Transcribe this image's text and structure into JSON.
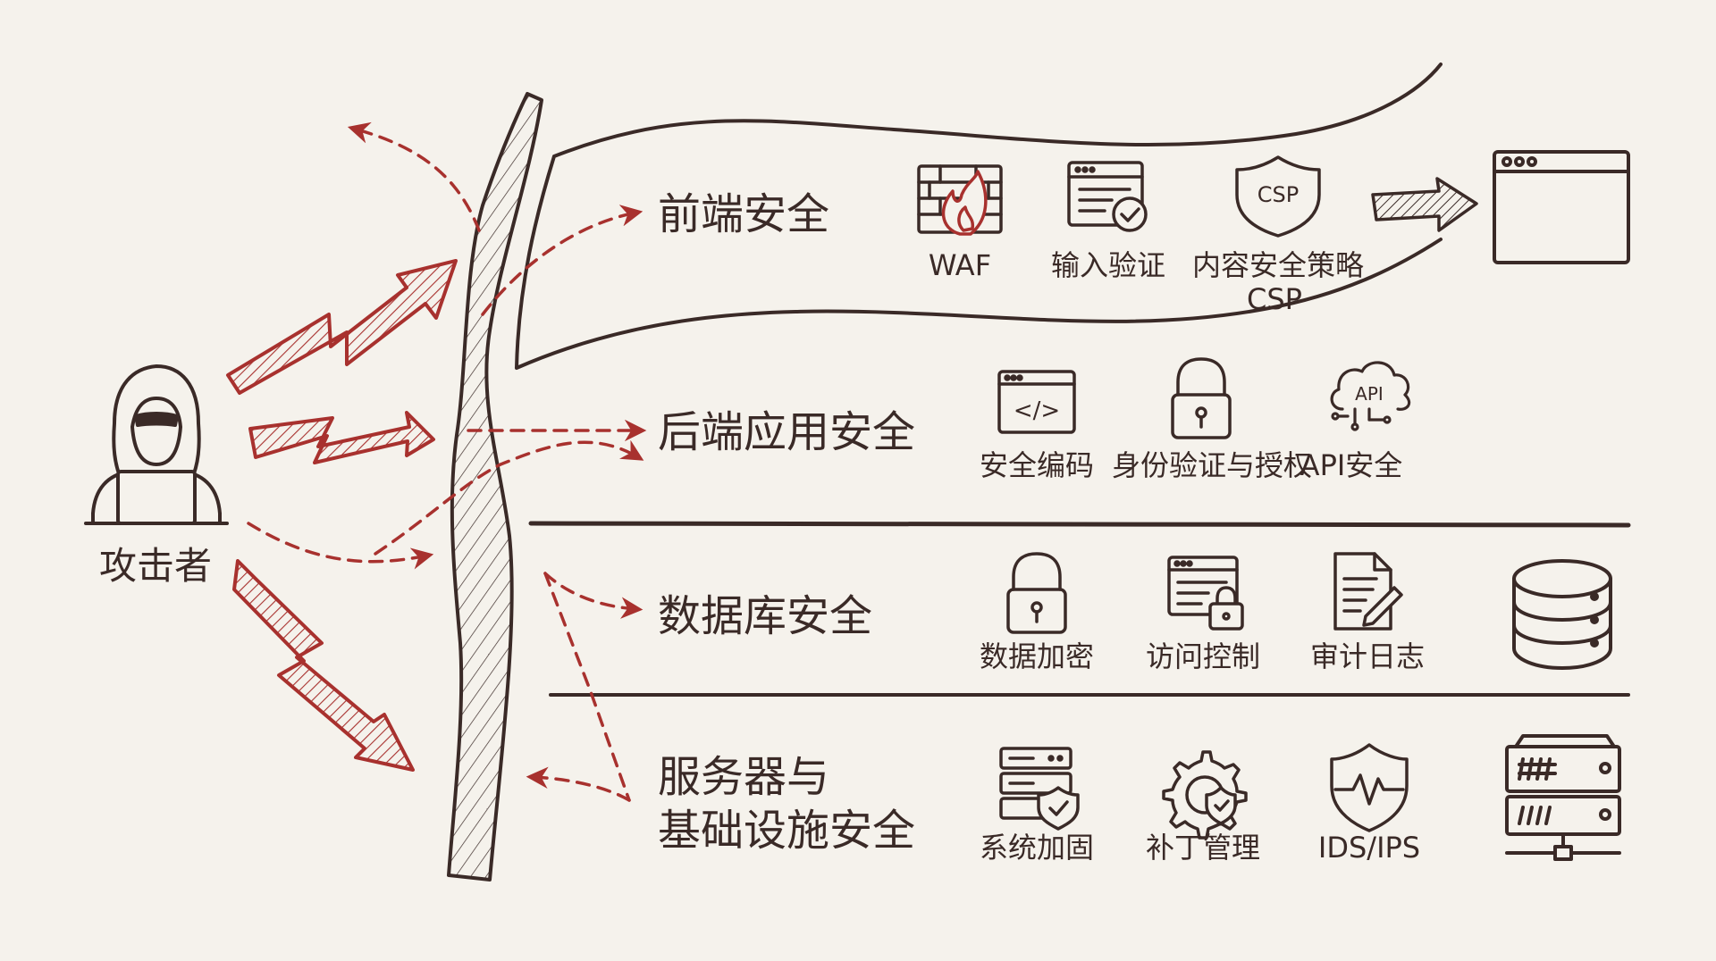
{
  "attacker": {
    "label": "攻击者",
    "icon": "hooded-hacker-icon"
  },
  "colors": {
    "ink": "#3a2a27",
    "attack_red": "#a8312e",
    "background": "#f5f2ec"
  },
  "layers": [
    {
      "title": "前端安全",
      "items": [
        {
          "label": "WAF",
          "icon": "firewall-icon"
        },
        {
          "label": "输入验证",
          "icon": "browser-check-icon"
        },
        {
          "label": "内容安全策略",
          "label2": "CSP",
          "icon": "csp-shield-icon",
          "badge": "CSP"
        }
      ],
      "end_icon": "browser-window-icon"
    },
    {
      "title": "后端应用安全",
      "items": [
        {
          "label": "安全编码",
          "icon": "code-window-icon",
          "badge": "</>"
        },
        {
          "label": "身份验证与授权",
          "icon": "padlock-icon"
        },
        {
          "label": "API安全",
          "icon": "api-cloud-icon",
          "badge": "API"
        }
      ]
    },
    {
      "title": "数据库安全",
      "items": [
        {
          "label": "数据加密",
          "icon": "padlock-icon"
        },
        {
          "label": "访问控制",
          "icon": "browser-lock-icon"
        },
        {
          "label": "审计日志",
          "icon": "document-pen-icon"
        }
      ],
      "end_icon": "database-icon"
    },
    {
      "title": "服务器与",
      "title2": "基础设施安全",
      "items": [
        {
          "label": "系统加固",
          "icon": "server-shield-icon"
        },
        {
          "label": "补丁管理",
          "icon": "gear-shield-icon"
        },
        {
          "label": "IDS/IPS",
          "icon": "shield-pulse-icon"
        }
      ],
      "end_icon": "server-rack-icon"
    }
  ]
}
